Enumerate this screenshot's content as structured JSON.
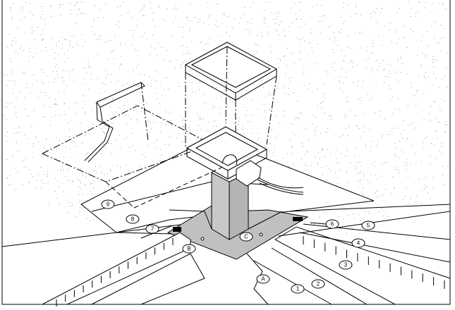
{
  "drawing": {
    "callouts": [
      {
        "label": "9"
      },
      {
        "label": "8"
      },
      {
        "label": "7"
      },
      {
        "label": "B"
      },
      {
        "label": "C"
      },
      {
        "label": "6"
      },
      {
        "label": "5"
      },
      {
        "label": "4"
      },
      {
        "label": "3"
      },
      {
        "label": "2"
      },
      {
        "label": "1"
      },
      {
        "label": "A"
      }
    ],
    "colors": {
      "plate": "#c0c0c0",
      "line": "#000000",
      "speckle": "#9a9a9a"
    }
  }
}
